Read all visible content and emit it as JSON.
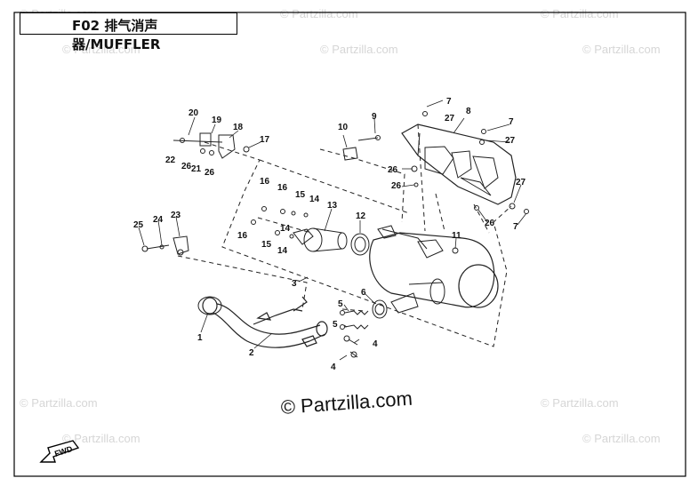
{
  "title": "F02 排气消声器/MUFFLER",
  "watermark_text": "© Partzilla.com",
  "copyright_text": "© Partzilla.com",
  "fwd_label": "FWD",
  "callouts": [
    "1",
    "2",
    "3",
    "4",
    "4",
    "5",
    "5",
    "6",
    "7",
    "7",
    "7",
    "8",
    "9",
    "10",
    "11",
    "12",
    "13",
    "14",
    "14",
    "14",
    "15",
    "15",
    "16",
    "16",
    "16",
    "17",
    "18",
    "19",
    "20",
    "21",
    "22",
    "23",
    "24",
    "25",
    "26",
    "26",
    "26",
    "26",
    "26",
    "27",
    "27",
    "27"
  ]
}
